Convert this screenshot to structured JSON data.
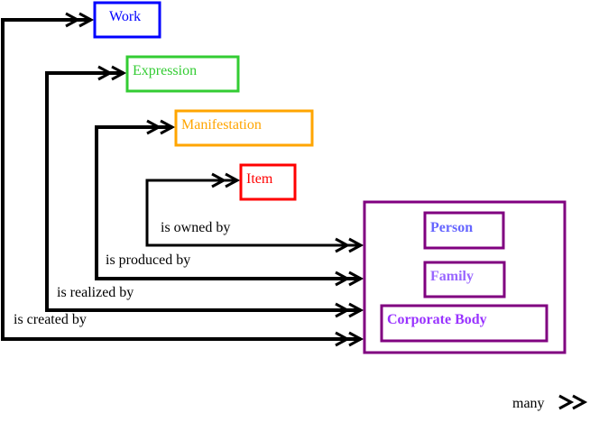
{
  "entities": {
    "work": {
      "label": "Work",
      "color": "#0000ff"
    },
    "expression": {
      "label": "Expression",
      "color": "#33cc33"
    },
    "manifestation": {
      "label": "Manifestation",
      "color": "#ffa500"
    },
    "item": {
      "label": "Item",
      "color": "#ff0000"
    }
  },
  "agents": {
    "border_color": "#800080",
    "person": {
      "label": "Person",
      "color": "#6666ff"
    },
    "family": {
      "label": "Family",
      "color": "#9966ff"
    },
    "corporate_body": {
      "label": "Corporate Body",
      "color": "#9933ff"
    }
  },
  "relationships": {
    "owned": "is owned by",
    "produced": "is produced by",
    "realized": "is realized by",
    "created": "is created by"
  },
  "legend": {
    "many": "many"
  }
}
